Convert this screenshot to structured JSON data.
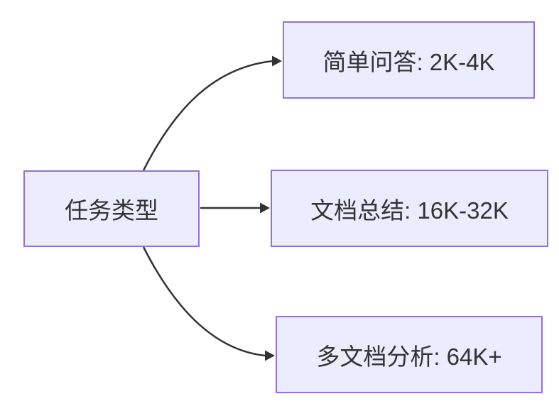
{
  "diagram": {
    "type": "flowchart",
    "direction": "left-to-right",
    "nodes": [
      {
        "id": "task-type",
        "label": "任务类型",
        "role": "root"
      },
      {
        "id": "simple-qa",
        "label": "简单问答: 2K-4K",
        "role": "leaf"
      },
      {
        "id": "doc-summary",
        "label": "文档总结: 16K-32K",
        "role": "leaf"
      },
      {
        "id": "multi-doc",
        "label": "多文档分析: 64K+",
        "role": "leaf"
      }
    ],
    "edges": [
      {
        "from": "task-type",
        "to": "simple-qa"
      },
      {
        "from": "task-type",
        "to": "doc-summary"
      },
      {
        "from": "task-type",
        "to": "multi-doc"
      }
    ],
    "colors": {
      "background": "#FFFFFF",
      "node_fill": "#ECECFF",
      "node_border": "#9370DB",
      "edge_stroke": "#333333",
      "text": "#333333"
    }
  }
}
